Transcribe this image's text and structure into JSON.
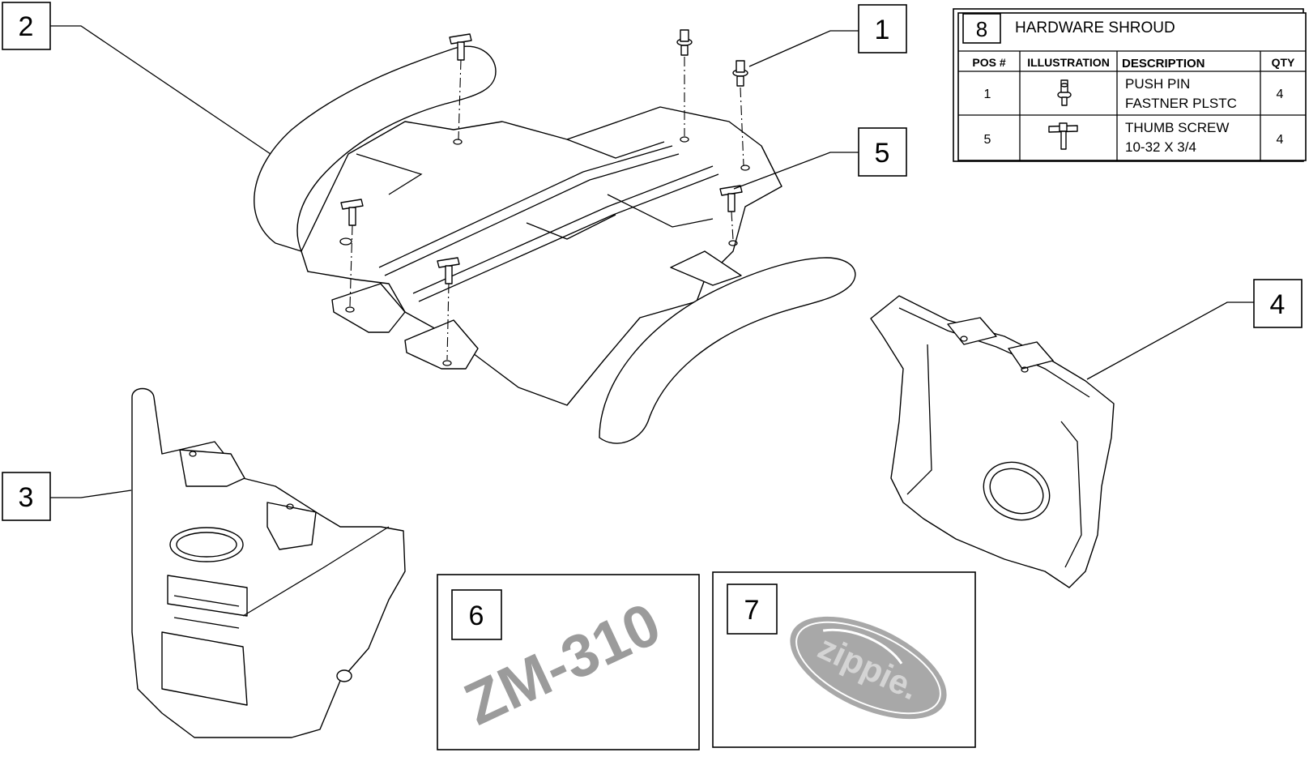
{
  "callouts": [
    "1",
    "2",
    "3",
    "4",
    "5",
    "6",
    "7",
    "8"
  ],
  "table": {
    "number": "8",
    "title": "HARDWARE SHROUD",
    "headers": [
      "POS #",
      "ILLUSTRATION",
      "DESCRIPTION",
      "QTY"
    ],
    "rows": [
      {
        "pos": "1",
        "icon": "push-pin-icon",
        "desc1": "PUSH PIN",
        "desc2": "FASTNER PLSTC",
        "qty": "4"
      },
      {
        "pos": "5",
        "icon": "thumb-screw-icon",
        "desc1": "THUMB SCREW",
        "desc2": "10-32 X 3/4",
        "qty": "4"
      }
    ]
  },
  "labels": {
    "decal_model": "ZM-310",
    "decal_logo": "zippie."
  },
  "colors": {
    "line": "#000000",
    "decal_text": "#9b9b9b",
    "logo_fill": "#a8a8a8",
    "logo_text": "#d4d4d4"
  }
}
